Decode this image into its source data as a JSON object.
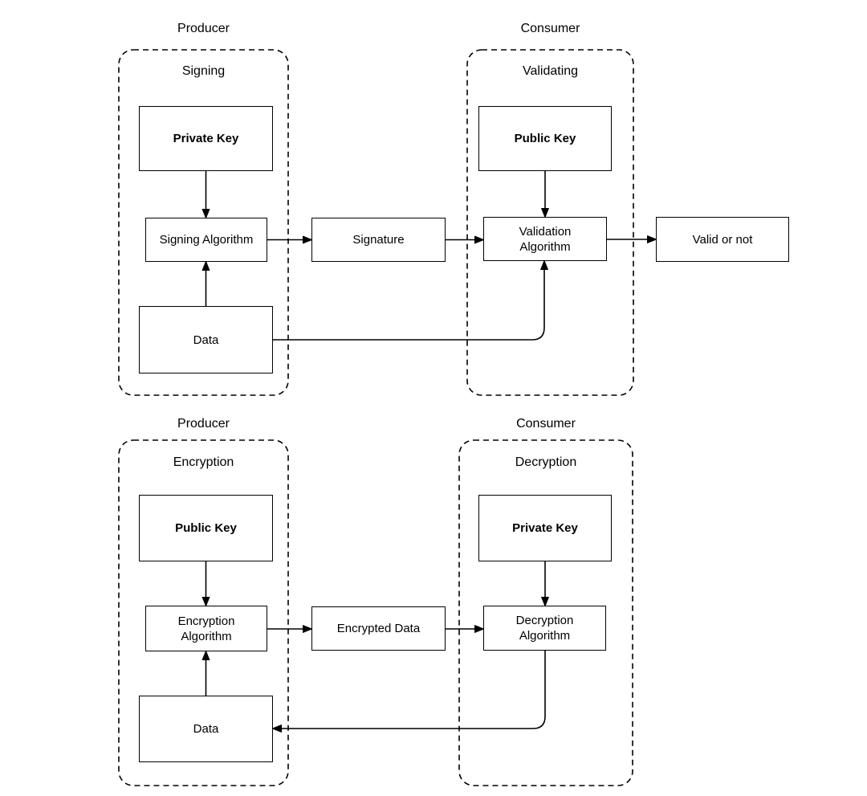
{
  "title": "Asymmetric cryptography flows diagram",
  "colors": {
    "stroke": "#000000",
    "canvas": "#ffffff",
    "node-fill": "#ffffff",
    "text": "#000000"
  },
  "signature_flow": {
    "producer_label": "Producer",
    "consumer_label": "Consumer",
    "producer_group": "Signing",
    "consumer_group": "Validating",
    "nodes": {
      "private_key": [
        "Private Key"
      ],
      "signing_algorithm": [
        "Signing Algorithm"
      ],
      "data": [
        "Data"
      ],
      "signature": [
        "Signature"
      ],
      "public_key": [
        "Public Key"
      ],
      "validation_algorithm": [
        "Validation",
        "Algorithm"
      ],
      "valid_or_not": [
        "Valid or not"
      ]
    }
  },
  "encryption_flow": {
    "producer_label": "Producer",
    "consumer_label": "Consumer",
    "producer_group": "Encryption",
    "consumer_group": "Decryption",
    "nodes": {
      "public_key": [
        "Public Key"
      ],
      "encryption_algorithm": [
        "Encryption",
        "Algorithm"
      ],
      "data": [
        "Data"
      ],
      "encrypted_data": [
        "Encrypted Data"
      ],
      "private_key": [
        "Private Key"
      ],
      "decryption_algorithm": [
        "Decryption",
        "Algorithm"
      ]
    }
  }
}
